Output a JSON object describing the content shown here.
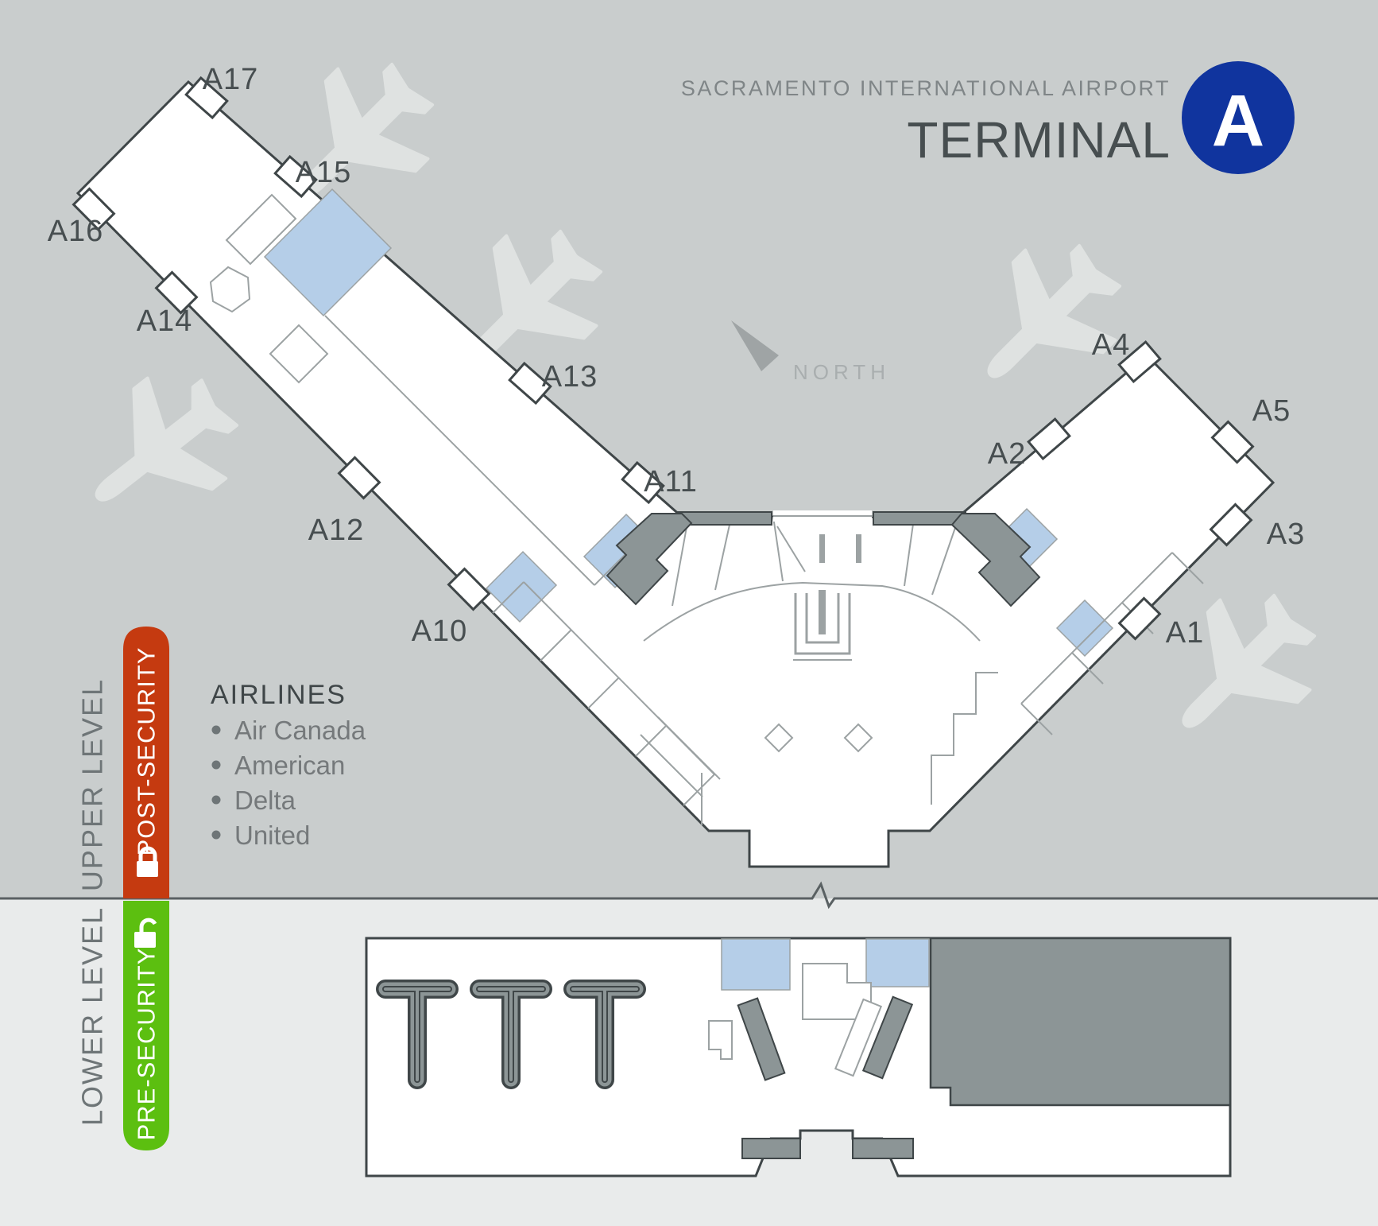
{
  "header": {
    "airport": "SACRAMENTO INTERNATIONAL AIRPORT",
    "terminal_word": "TERMINAL",
    "terminal_letter": "A"
  },
  "north_label": "NORTH",
  "gates": [
    {
      "label": "A1"
    },
    {
      "label": "A2"
    },
    {
      "label": "A3"
    },
    {
      "label": "A4"
    },
    {
      "label": "A5"
    },
    {
      "label": "A10"
    },
    {
      "label": "A11"
    },
    {
      "label": "A12"
    },
    {
      "label": "A13"
    },
    {
      "label": "A14"
    },
    {
      "label": "A15"
    },
    {
      "label": "A16"
    },
    {
      "label": "A17"
    }
  ],
  "legend": {
    "upper": {
      "level": "UPPER LEVEL",
      "security": "POST-SECURITY",
      "color": "#C53A10",
      "icon": "lock-closed-icon"
    },
    "lower": {
      "level": "LOWER LEVEL",
      "security": "PRE-SECURITY",
      "color": "#5CBF10",
      "icon": "lock-open-icon"
    }
  },
  "airlines": {
    "heading": "AIRLINES",
    "items": [
      "Air Canada",
      "American",
      "Delta",
      "United"
    ]
  },
  "colors": {
    "bg_upper": "#C9CDCD",
    "bg_lower": "#E9EBEB",
    "terminal_fill": "#FFFFFF",
    "outline": "#3F4648",
    "gate_area_blue": "#B5CEE8",
    "wall_gray": "#8C9596",
    "badge_blue": "#10349E",
    "label_gray": "#474E50",
    "muted_gray": "#7F8587"
  }
}
